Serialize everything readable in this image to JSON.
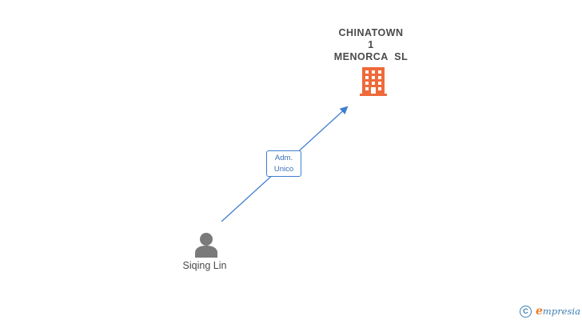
{
  "company": {
    "name_lines": [
      "CHINATOWN",
      "1",
      "MENORCA  SL"
    ],
    "icon": "building-icon",
    "color": "#ef6a3a"
  },
  "person": {
    "name": "Siqing Lin",
    "icon": "person-icon",
    "color": "#7a7a7a"
  },
  "relation": {
    "role_lines": [
      "Adm.",
      "Unico"
    ],
    "color": "#3f7fd0"
  },
  "brand": {
    "copyright_symbol": "C",
    "name_initial": "e",
    "name_rest": "mpresia",
    "color": "#3c7fb3",
    "accent": "#f07a20"
  }
}
